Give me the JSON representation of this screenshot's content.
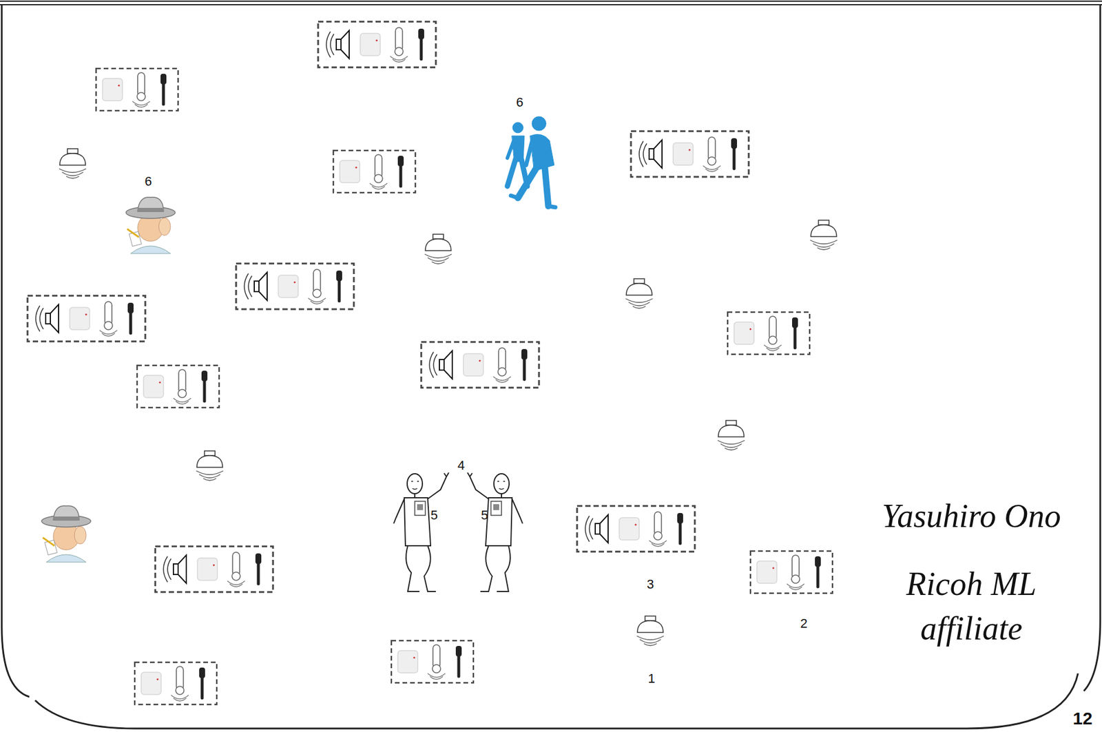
{
  "diagram": {
    "labels": [
      "6",
      "6",
      "4",
      "5",
      "5",
      "Yasuhiro Ono",
      "Ricoh ML affiliate",
      "3",
      "2",
      "1",
      "12"
    ]
  }
}
